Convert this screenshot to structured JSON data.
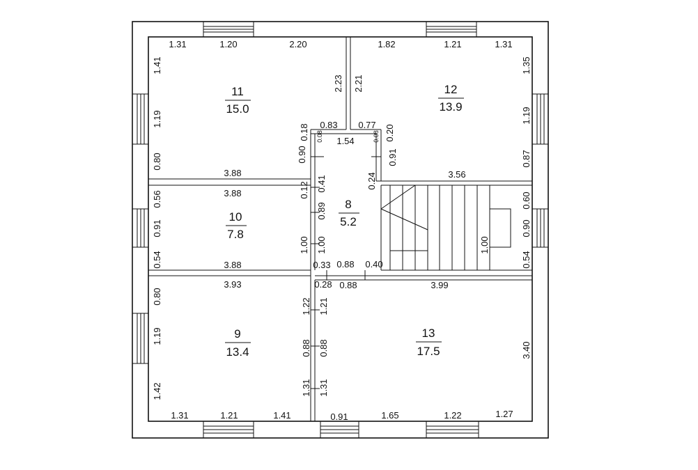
{
  "rooms": {
    "r11": {
      "number": "11",
      "area": "15.0"
    },
    "r12": {
      "number": "12",
      "area": "13.9"
    },
    "r10": {
      "number": "10",
      "area": "7.8"
    },
    "r8": {
      "number": "8",
      "area": "5.2"
    },
    "r9": {
      "number": "9",
      "area": "13.4"
    },
    "r13": {
      "number": "13",
      "area": "17.5"
    }
  },
  "dims": {
    "top_1": "1.31",
    "top_2": "1.20",
    "top_3": "2.20",
    "top_4": "1.82",
    "top_5": "1.21",
    "top_6": "1.31",
    "left_11a": "1.41",
    "left_11b": "1.19",
    "left_11c": "0.80",
    "right_12a": "1.35",
    "right_12b": "1.19",
    "right_12c": "0.87",
    "mid_223": "2.23",
    "mid_221": "2.21",
    "c_083": "0.83",
    "c_077": "0.77",
    "c_018": "0.18",
    "c_020": "0.20",
    "c_008a": "0.08",
    "c_008b": "0.08",
    "c_154": "1.54",
    "c_090": "0.90",
    "c_091": "0.91",
    "c_024": "0.24",
    "c_388a": "3.88",
    "c_356": "3.56",
    "c_388b": "3.88",
    "c_012": "0.12",
    "c_041": "0.41",
    "l10_056": "0.56",
    "l10_091": "0.91",
    "l10_054": "0.54",
    "c_089": "0.89",
    "c_100a": "1.00",
    "c_100b": "1.00",
    "r_060": "0.60",
    "r_090": "0.90",
    "r_054": "0.54",
    "stair_100": "1.00",
    "c_388c": "3.88",
    "c_033": "0.33",
    "c_088a": "0.88",
    "c_040": "0.40",
    "c_393": "3.93",
    "c_028": "0.28",
    "c_088b": "0.88",
    "c_399": "3.99",
    "l9_080": "0.80",
    "l9_119": "1.19",
    "l9_142": "1.42",
    "m_122": "1.22",
    "m_121": "1.21",
    "m_088a": "0.88",
    "m_088b": "0.88",
    "m_131a": "1.31",
    "m_131b": "1.31",
    "r13_340": "3.40",
    "b_131": "1.31",
    "b_121": "1.21",
    "b_141": "1.41",
    "b_091": "0.91",
    "b_165": "1.65",
    "b_122": "1.22",
    "b_127": "1.27"
  }
}
